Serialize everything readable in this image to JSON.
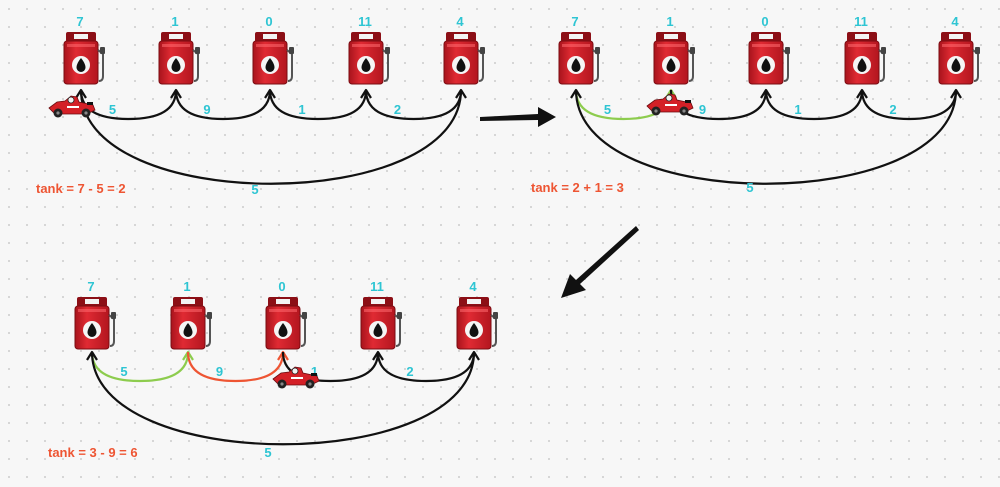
{
  "colors": {
    "pump_body": "#d4202a",
    "pump_top": "#8c0f16",
    "label": "#2ec5d3",
    "tank_text": "#ee5533",
    "arc_default": "#111111",
    "arc_ok": "#8dcc4e",
    "arc_fail": "#ee5533",
    "arrow": "#111111"
  },
  "panels": [
    {
      "gas": [
        "7",
        "1",
        "0",
        "11",
        "4"
      ],
      "costs": [
        "5",
        "9",
        "1",
        "2",
        "5"
      ],
      "arc_states": [
        "default",
        "default",
        "default",
        "default",
        "default"
      ],
      "car_at": "start",
      "tank_text": "tank = 7 - 5 = 2"
    },
    {
      "gas": [
        "7",
        "1",
        "0",
        "11",
        "4"
      ],
      "costs": [
        "5",
        "9",
        "1",
        "2",
        "5"
      ],
      "arc_states": [
        "ok",
        "default",
        "default",
        "default",
        "default"
      ],
      "car_at": "station-2",
      "tank_text": "tank = 2 + 1 = 3"
    },
    {
      "gas": [
        "7",
        "1",
        "0",
        "11",
        "4"
      ],
      "costs": [
        "5",
        "9",
        "1",
        "2",
        "5"
      ],
      "arc_states": [
        "ok",
        "fail",
        "default",
        "default",
        "default"
      ],
      "car_at": "station-3",
      "tank_text": "tank = 3 - 9 = 6"
    }
  ],
  "icons": {
    "pump": "gas-pump-icon",
    "car": "race-car-icon",
    "arrow": "arrow-icon"
  }
}
